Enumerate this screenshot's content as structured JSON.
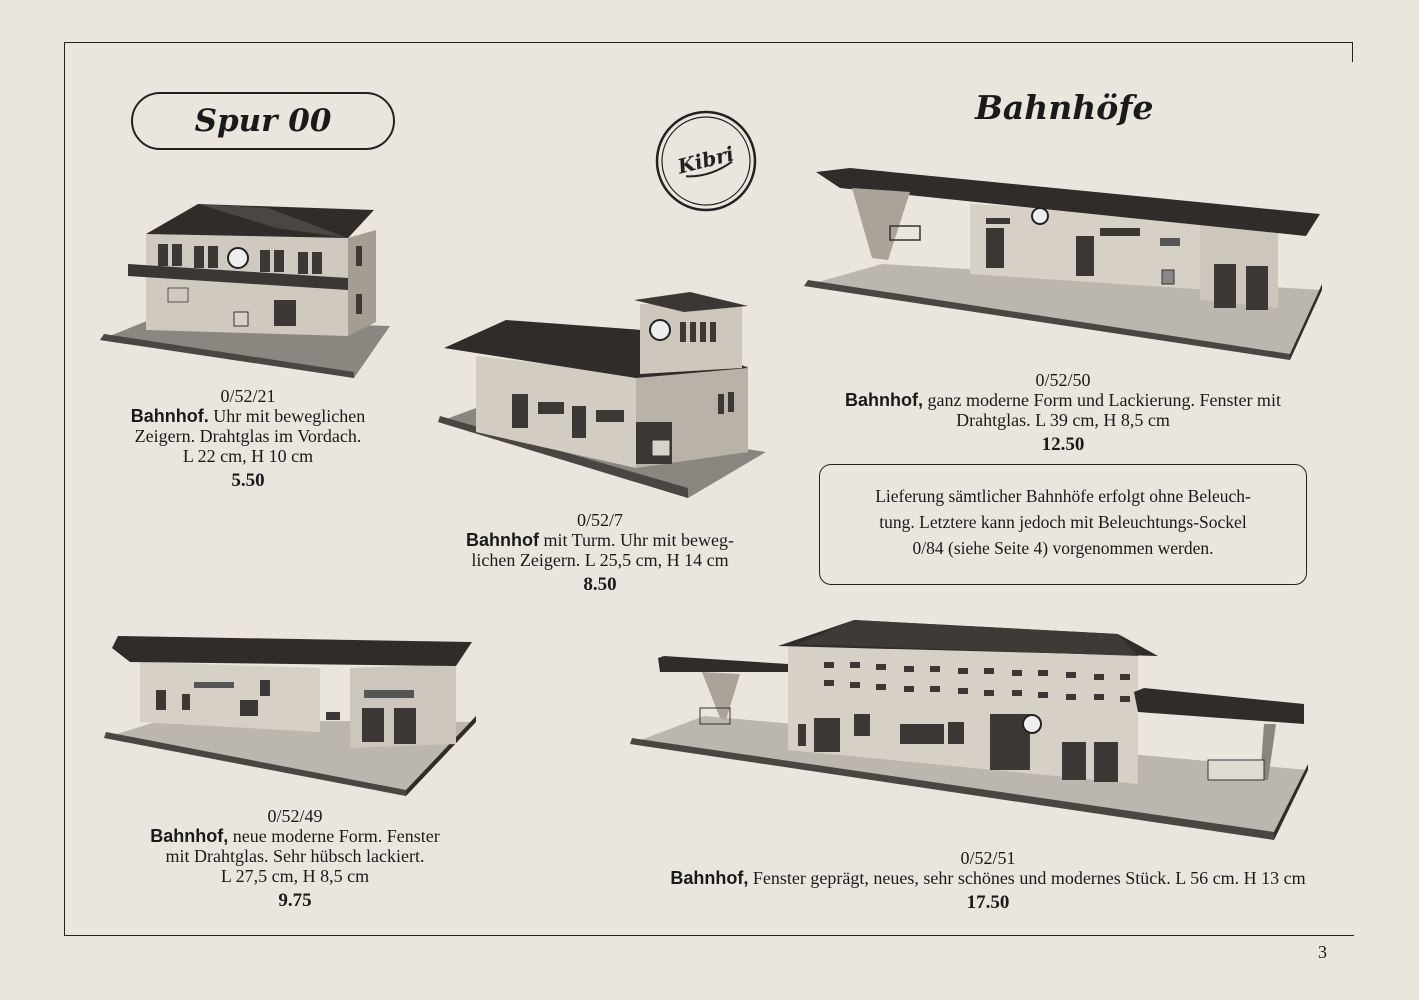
{
  "header": {
    "badge": "Spur 00",
    "section_title": "Bahnhöfe",
    "logo_text": "Kibri"
  },
  "products": [
    {
      "code": "0/52/21",
      "name": "Bahnhof.",
      "desc_lines": [
        "Uhr mit beweglichen",
        "Zeigern. Drahtglas im Vordach.",
        "L 22 cm, H 10 cm"
      ],
      "price": "5.50"
    },
    {
      "code": "0/52/7",
      "name": "Bahnhof",
      "desc_lines": [
        "mit Turm. Uhr mit beweg-",
        "lichen Zeigern. L 25,5 cm, H 14 cm"
      ],
      "price": "8.50"
    },
    {
      "code": "0/52/50",
      "name": "Bahnhof,",
      "desc_lines": [
        "ganz moderne Form und Lackierung. Fenster mit",
        "Drahtglas. L 39 cm, H 8,5 cm"
      ],
      "price": "12.50"
    },
    {
      "code": "0/52/49",
      "name": "Bahnhof,",
      "desc_lines": [
        "neue moderne Form. Fenster",
        "mit Drahtglas. Sehr hübsch lackiert.",
        "L 27,5 cm, H 8,5 cm"
      ],
      "price": "9.75"
    },
    {
      "code": "0/52/51",
      "name": "Bahnhof,",
      "desc_lines": [
        "Fenster geprägt, neues, sehr schönes und modernes Stück. L 56 cm. H 13 cm"
      ],
      "price": "17.50"
    }
  ],
  "notice_lines": [
    "Lieferung sämtlicher Bahnhöfe erfolgt ohne Beleuch-",
    "tung. Letztere kann jedoch mit Beleuchtungs-Sockel",
    "0/84 (siehe Seite 4) vorgenommen werden."
  ],
  "page_number": "3"
}
